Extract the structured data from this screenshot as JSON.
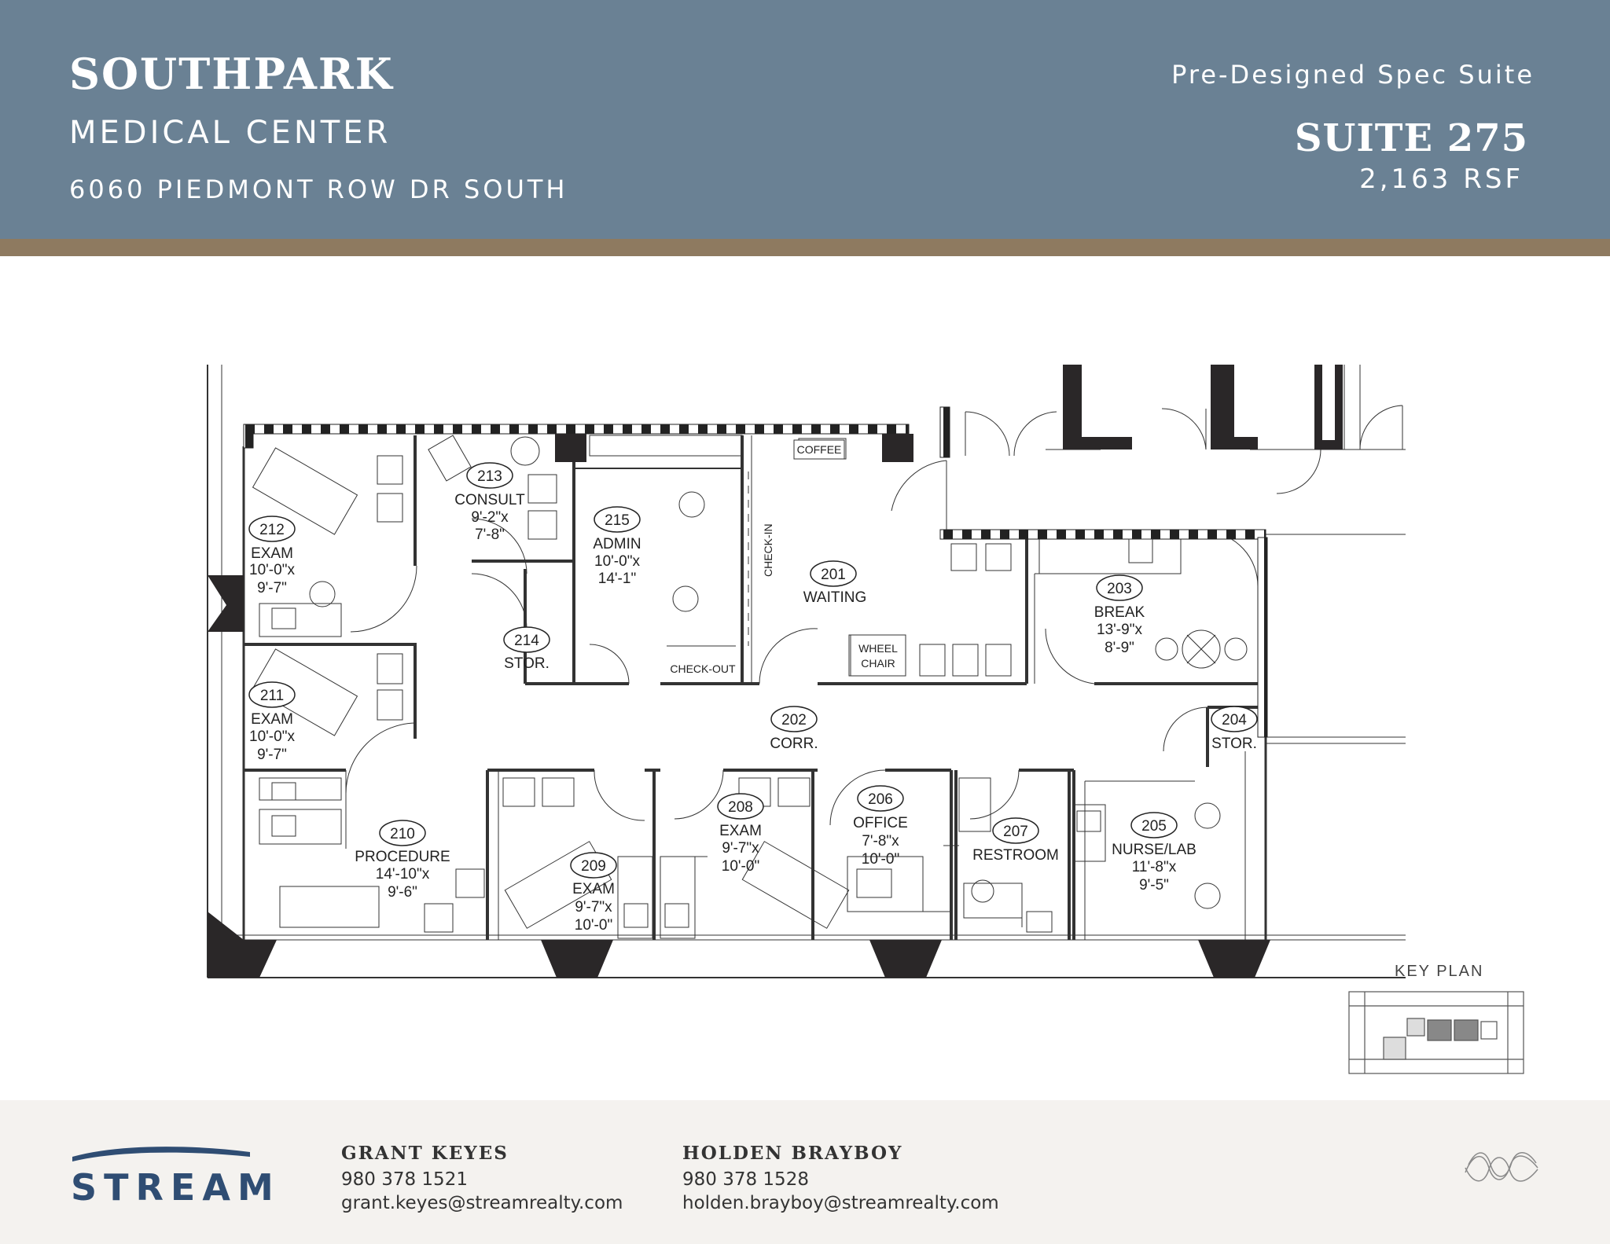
{
  "header": {
    "title": "SOUTHPARK",
    "subtitle": "MEDICAL CENTER",
    "address": "6060 PIEDMONT ROW DR SOUTH",
    "spec_label": "Pre-Designed Spec Suite",
    "suite": "SUITE 275",
    "rsf": "2,163 RSF",
    "colors": {
      "band": "#6a8194",
      "stripe": "#8e7a60"
    }
  },
  "plan": {
    "rooms": [
      {
        "num": "212",
        "name": "EXAM",
        "dims": [
          "10'-0\"x",
          "9'-7\""
        ]
      },
      {
        "num": "213",
        "name": "CONSULT",
        "dims": [
          "9'-2\"x",
          "7'-8\""
        ]
      },
      {
        "num": "215",
        "name": "ADMIN",
        "dims": [
          "10'-0\"x",
          "14'-1\""
        ]
      },
      {
        "num": "201",
        "name": "WAITING",
        "dims": []
      },
      {
        "num": "203",
        "name": "BREAK",
        "dims": [
          "13'-9\"x",
          "8'-9\""
        ]
      },
      {
        "num": "214",
        "name": "STOR.",
        "dims": []
      },
      {
        "num": "211",
        "name": "EXAM",
        "dims": [
          "10'-0\"x",
          "9'-7\""
        ]
      },
      {
        "num": "202",
        "name": "CORR.",
        "dims": []
      },
      {
        "num": "204",
        "name": "STOR.",
        "dims": []
      },
      {
        "num": "210",
        "name": "PROCEDURE",
        "dims": [
          "14'-10\"x",
          "9'-6\""
        ]
      },
      {
        "num": "209",
        "name": "EXAM",
        "dims": [
          "9'-7\"x",
          "10'-0\""
        ]
      },
      {
        "num": "208",
        "name": "EXAM",
        "dims": [
          "9'-7\"x",
          "10'-0\""
        ]
      },
      {
        "num": "206",
        "name": "OFFICE",
        "dims": [
          "7'-8\"x",
          "10'-0\""
        ]
      },
      {
        "num": "207",
        "name": "RESTROOM",
        "dims": []
      },
      {
        "num": "205",
        "name": "NURSE/LAB",
        "dims": [
          "11'-8\"x",
          "9'-5\""
        ]
      }
    ],
    "labels": {
      "coffee": "COFFEE",
      "check_in": "CHECK-IN",
      "check_out": "CHECK-OUT",
      "wheel": "WHEEL",
      "chair": "CHAIR"
    },
    "key_plan": "KEY PLAN"
  },
  "footer": {
    "logo": "STREAM",
    "contacts": [
      {
        "name": "GRANT KEYES",
        "phone": "980 378 1521",
        "email": "grant.keyes@streamrealty.com"
      },
      {
        "name": "HOLDEN BRAYBOY",
        "phone": "980 378 1528",
        "email": "holden.brayboy@streamrealty.com"
      }
    ],
    "colors": {
      "logo": "#2f4d73",
      "bg": "#f4f2ef"
    }
  }
}
